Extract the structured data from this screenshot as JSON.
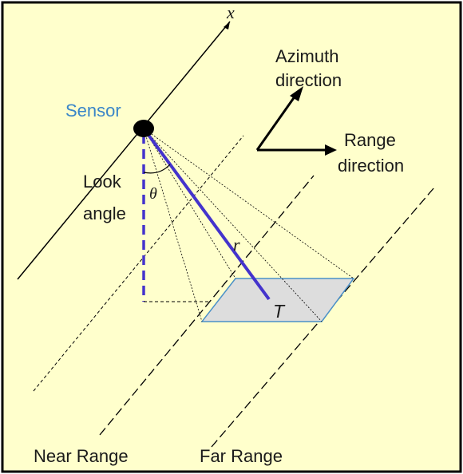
{
  "labels": {
    "axis_x": "x",
    "sensor": "Sensor",
    "azimuth_line1": "Azimuth",
    "azimuth_line2": "direction",
    "range_line1": "Range",
    "range_line2": "direction",
    "look_line1": "Look",
    "look_line2": "angle",
    "theta": "θ",
    "r": "r",
    "target": "T",
    "near_range": "Near Range",
    "far_range": "Far Range"
  },
  "colors": {
    "background": "#FFFFCC",
    "border": "#000000",
    "sensor_text": "#3A86C8",
    "look_line": "#4433CC",
    "footprint_fill": "#DDDDDD",
    "footprint_edge": "#4A90C8"
  }
}
